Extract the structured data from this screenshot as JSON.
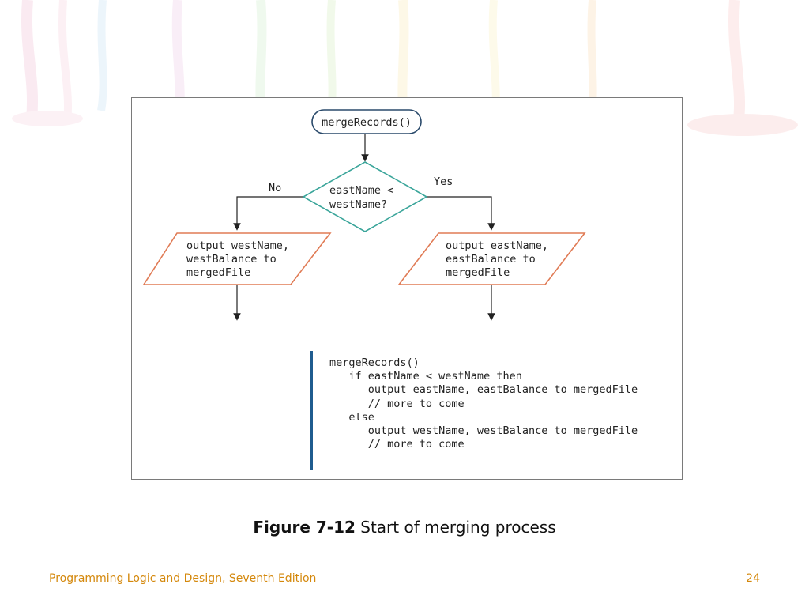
{
  "diagram": {
    "start_label": "mergeRecords()",
    "decision_label_line1": "eastName <",
    "decision_label_line2": "westName?",
    "no_label": "No",
    "yes_label": "Yes",
    "left_output": {
      "line1": "output westName,",
      "line2": "westBalance to",
      "line3": "mergedFile"
    },
    "right_output": {
      "line1": "output eastName,",
      "line2": "eastBalance to",
      "line3": "mergedFile"
    }
  },
  "pseudocode": [
    "mergeRecords()",
    "   if eastName < westName then",
    "      output eastName, eastBalance to mergedFile",
    "      // more to come",
    "   else",
    "      output westName, westBalance to mergedFile",
    "      // more to come"
  ],
  "caption": {
    "number": "Figure 7-12",
    "text": " Start of merging process"
  },
  "footer": {
    "title": "Programming Logic and Design, Seventh Edition",
    "page": "24"
  },
  "colors": {
    "terminal_stroke": "#2a4a6b",
    "decision_stroke": "#3aa59a",
    "io_stroke": "#e07b55",
    "code_bar": "#1f5c8f",
    "footer_text": "#d4880c"
  }
}
